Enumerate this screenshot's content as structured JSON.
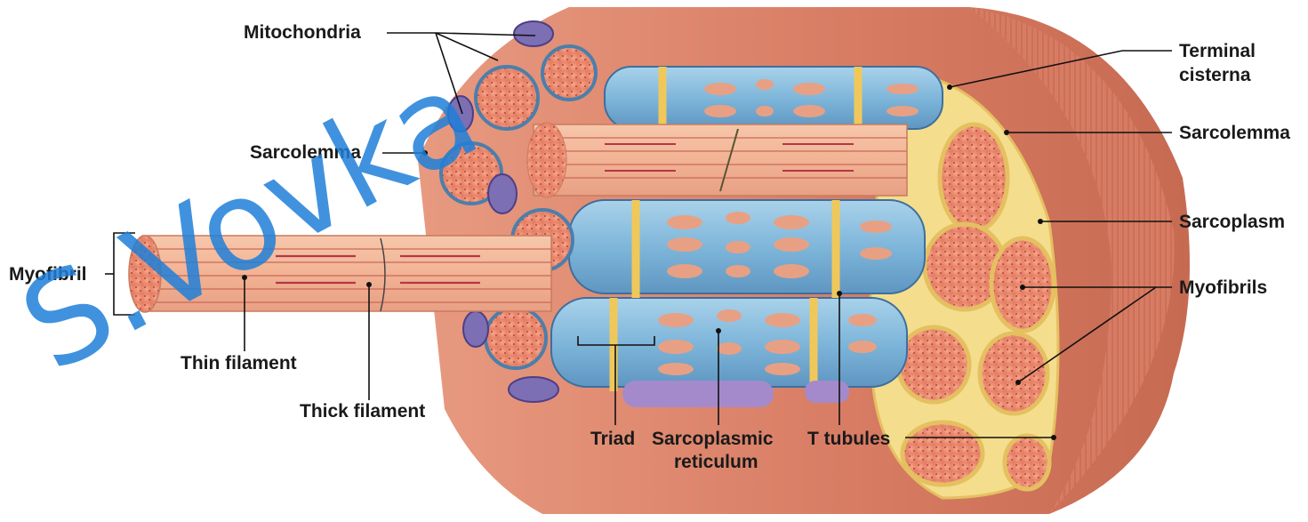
{
  "labels": {
    "mitochondria": "Mitochondria",
    "sarcolemma_left": "Sarcolemma",
    "myofibril": "Myofibril",
    "thin_filament": "Thin filament",
    "thick_filament": "Thick filament",
    "triad": "Triad",
    "sarcoplasmic_line1": "Sarcoplasmic",
    "sarcoplasmic_line2": "reticulum",
    "t_tubules": "T tubules",
    "terminal_line1": "Terminal",
    "terminal_line2": "cisterna",
    "sarcolemma_right": "Sarcolemma",
    "sarcoplasm": "Sarcoplasm",
    "myofibrils": "Myofibrils"
  },
  "watermark": "S.Vovka"
}
